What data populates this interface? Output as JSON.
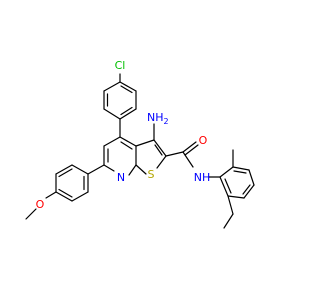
{
  "molecule": {
    "atom_labels": {
      "chlorine": "Cl",
      "amine": "NH",
      "amine_h": "2",
      "carbonyl_oxygen": "O",
      "amide_nh": "NH",
      "pyridine_n": "N",
      "thiophene_s": "S",
      "methoxy_o": "O"
    },
    "colors": {
      "bond": "#000000",
      "carbon": "#000000",
      "nitrogen": "#0000FF",
      "oxygen": "#FF0000",
      "sulfur": "#B3A600",
      "chlorine": "#00C000"
    }
  }
}
